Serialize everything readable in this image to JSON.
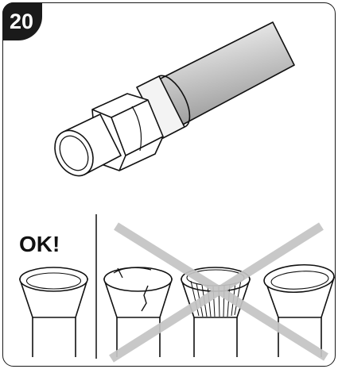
{
  "step": {
    "number": "20"
  },
  "status": {
    "ok_label": "OK!"
  },
  "illustration": {
    "main": "pipe-with-flare-nut",
    "examples": [
      "correct-flare",
      "cracked-flare",
      "wrinkled-flare",
      "oval-flare"
    ],
    "cross_color": "#c4c4c4",
    "pipe_shade": "#a9a9a9"
  }
}
